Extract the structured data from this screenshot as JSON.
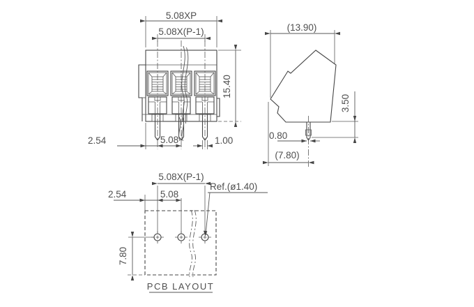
{
  "colors": {
    "line": "#454545",
    "text": "#4f4f4f",
    "background": "#ffffff"
  },
  "front_view": {
    "dim_total_pitch": "5.08XP",
    "dim_pole_pitch": "5.08X(P-1)",
    "dim_height": "15.40",
    "dim_edge_to_pin": "2.54",
    "dim_pin_pitch": "5.08",
    "dim_pin_width": "1.00"
  },
  "side_view": {
    "dim_width": "(13.90)",
    "dim_pin_protrusion": "3.50",
    "dim_pin_thickness": "0.80",
    "dim_depth": "(7.80)"
  },
  "pcb_layout": {
    "dim_pole_pitch": "5.08X(P-1)",
    "dim_edge_to_hole": "2.54",
    "dim_hole_pitch": "5.08",
    "dim_hole_ref": "Ref.(ø1.40)",
    "dim_row_offset": "7.80",
    "caption": "PCB LAYOUT"
  }
}
